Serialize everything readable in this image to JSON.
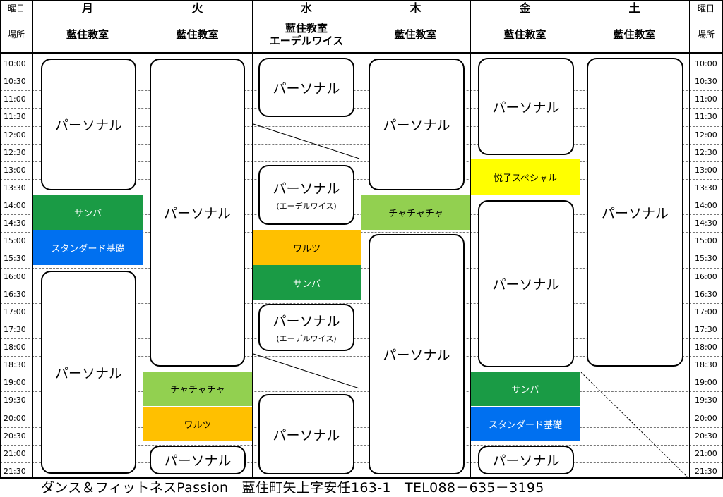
{
  "header": {
    "weekday_label": "曜日",
    "place_label": "場所",
    "days": [
      {
        "day": "月",
        "place": "藍住教室"
      },
      {
        "day": "火",
        "place": "藍住教室"
      },
      {
        "day": "水",
        "place": "藍住教室\nエーデルワイス"
      },
      {
        "day": "木",
        "place": "藍住教室"
      },
      {
        "day": "金",
        "place": "藍住教室"
      },
      {
        "day": "土",
        "place": "藍住教室"
      }
    ]
  },
  "times": [
    "10:00",
    "10:30",
    "11:00",
    "11:30",
    "12:00",
    "12:30",
    "13:00",
    "13:30",
    "14:00",
    "14:30",
    "15:00",
    "15:30",
    "16:00",
    "16:30",
    "17:00",
    "17:30",
    "18:00",
    "18:30",
    "19:00",
    "19:30",
    "20:00",
    "20:30",
    "21:00",
    "21:30"
  ],
  "colors": {
    "green": "#1a9b45",
    "light_green": "#92d050",
    "blue": "#0070f0",
    "orange": "#ffc000",
    "yellow": "#ffff00"
  },
  "schedule": {
    "mon": [
      {
        "label": "パーソナル",
        "style": "rounded"
      },
      {
        "label": "サンバ",
        "style": "green"
      },
      {
        "label": "スタンダード基礎",
        "style": "blue"
      },
      {
        "label": "パーソナル",
        "style": "rounded"
      }
    ],
    "tue": [
      {
        "label": "パーソナル",
        "style": "rounded"
      },
      {
        "label": "チャチャチャ",
        "style": "light_green"
      },
      {
        "label": "ワルツ",
        "style": "orange"
      },
      {
        "label": "パーソナル",
        "style": "rounded"
      }
    ],
    "wed": [
      {
        "label": "パーソナル",
        "style": "rounded"
      },
      {
        "label": "パーソナル",
        "sub": "(エーデルワイス)",
        "style": "rounded"
      },
      {
        "label": "ワルツ",
        "style": "orange"
      },
      {
        "label": "サンバ",
        "style": "green"
      },
      {
        "label": "パーソナル",
        "sub": "(エーデルワイス)",
        "style": "rounded"
      },
      {
        "label": "パーソナル",
        "style": "rounded"
      }
    ],
    "thu": [
      {
        "label": "パーソナル",
        "style": "rounded"
      },
      {
        "label": "チャチャチャ",
        "style": "light_green"
      },
      {
        "label": "パーソナル",
        "style": "rounded"
      }
    ],
    "fri": [
      {
        "label": "パーソナル",
        "style": "rounded"
      },
      {
        "label": "悦子スペシャル",
        "style": "yellow"
      },
      {
        "label": "パーソナル",
        "style": "rounded"
      },
      {
        "label": "サンバ",
        "style": "green"
      },
      {
        "label": "スタンダード基礎",
        "style": "blue"
      },
      {
        "label": "パーソナル",
        "style": "rounded"
      }
    ],
    "sat": [
      {
        "label": "パーソナル",
        "style": "rounded"
      }
    ]
  },
  "footer": {
    "text": "ダンス＆フィットネスPassion　藍住町矢上字安任163-1　TEL088－635－3195"
  }
}
